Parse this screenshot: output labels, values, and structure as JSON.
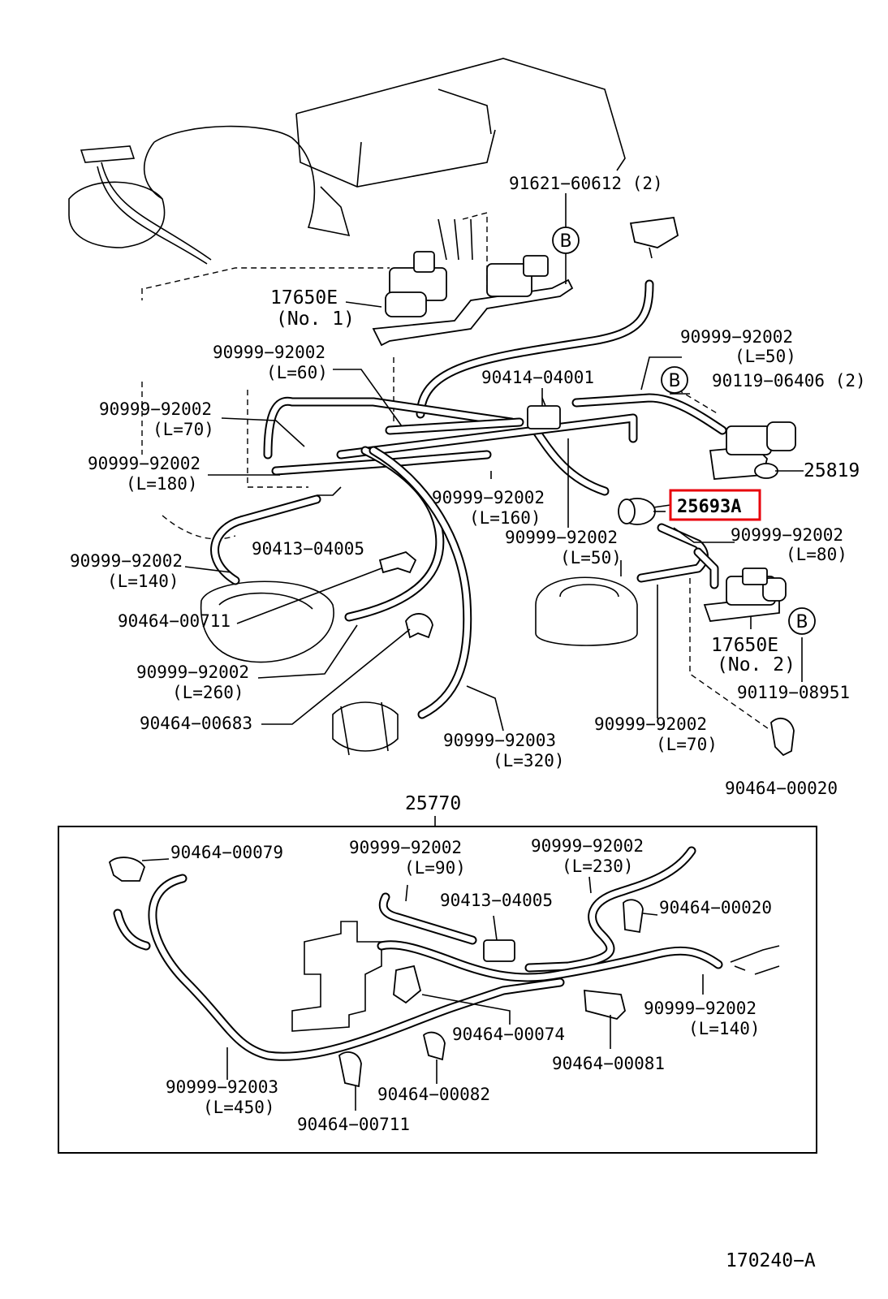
{
  "upper_labels": {
    "p91621": "91621−60612 (2)",
    "p17650e_1": "17650E",
    "p17650e_1_sub": "(No. 1)",
    "h_l60": "90999−92002",
    "h_l60_len": "(L=60)",
    "h_l70a": "90999−92002",
    "h_l70a_len": "(L=70)",
    "h_l180": "90999−92002",
    "h_l180_len": "(L=180)",
    "p90413_a": "90413−04005",
    "h_l140a": "90999−92002",
    "h_l140a_len": "(L=140)",
    "p90464_00711_a": "90464−00711",
    "h_l260": "90999−92002",
    "h_l260_len": "(L=260)",
    "p90464_00683": "90464−00683",
    "h_l320": "90999−92003",
    "h_l320_len": "(L=320)",
    "p90414": "90414−04001",
    "h_l160": "90999−92002",
    "h_l160_len": "(L=160)",
    "h_l50a": "90999−92002",
    "h_l50a_len": "(L=50)",
    "h_l50b": "90999−92002",
    "h_l50b_len": "(L=50)",
    "p90119_06406": "90119−06406 (2)",
    "p25819": "25819",
    "p25693a": "25693A",
    "h_l80": "90999−92002",
    "h_l80_len": "(L=80)",
    "p17650e_2": "17650E",
    "p17650e_2_sub": "(No. 2)",
    "p90119_08951": "90119−08951",
    "h_l70b": "90999−92002",
    "h_l70b_len": "(L=70)",
    "p90464_00020_a": "90464−00020",
    "circle_b": "B"
  },
  "lower_box": {
    "title": "25770",
    "p90464_00079": "90464−00079",
    "h_l90": "90999−92002",
    "h_l90_len": "(L=90)",
    "h_l230": "90999−92002",
    "h_l230_len": "(L=230)",
    "p90413_b": "90413−04005",
    "p90464_00020_b": "90464−00020",
    "p90464_00074": "90464−00074",
    "h_l140b": "90999−92002",
    "h_l140b_len": "(L=140)",
    "p90464_00081": "90464−00081",
    "h_l450": "90999−92003",
    "h_l450_len": "(L=450)",
    "p90464_00082": "90464−00082",
    "p90464_00711_b": "90464−00711"
  },
  "footer": {
    "diagram_code": "170240−A"
  },
  "colors": {
    "highlight_box": "#e8000b",
    "line": "#000000",
    "background": "#ffffff"
  }
}
